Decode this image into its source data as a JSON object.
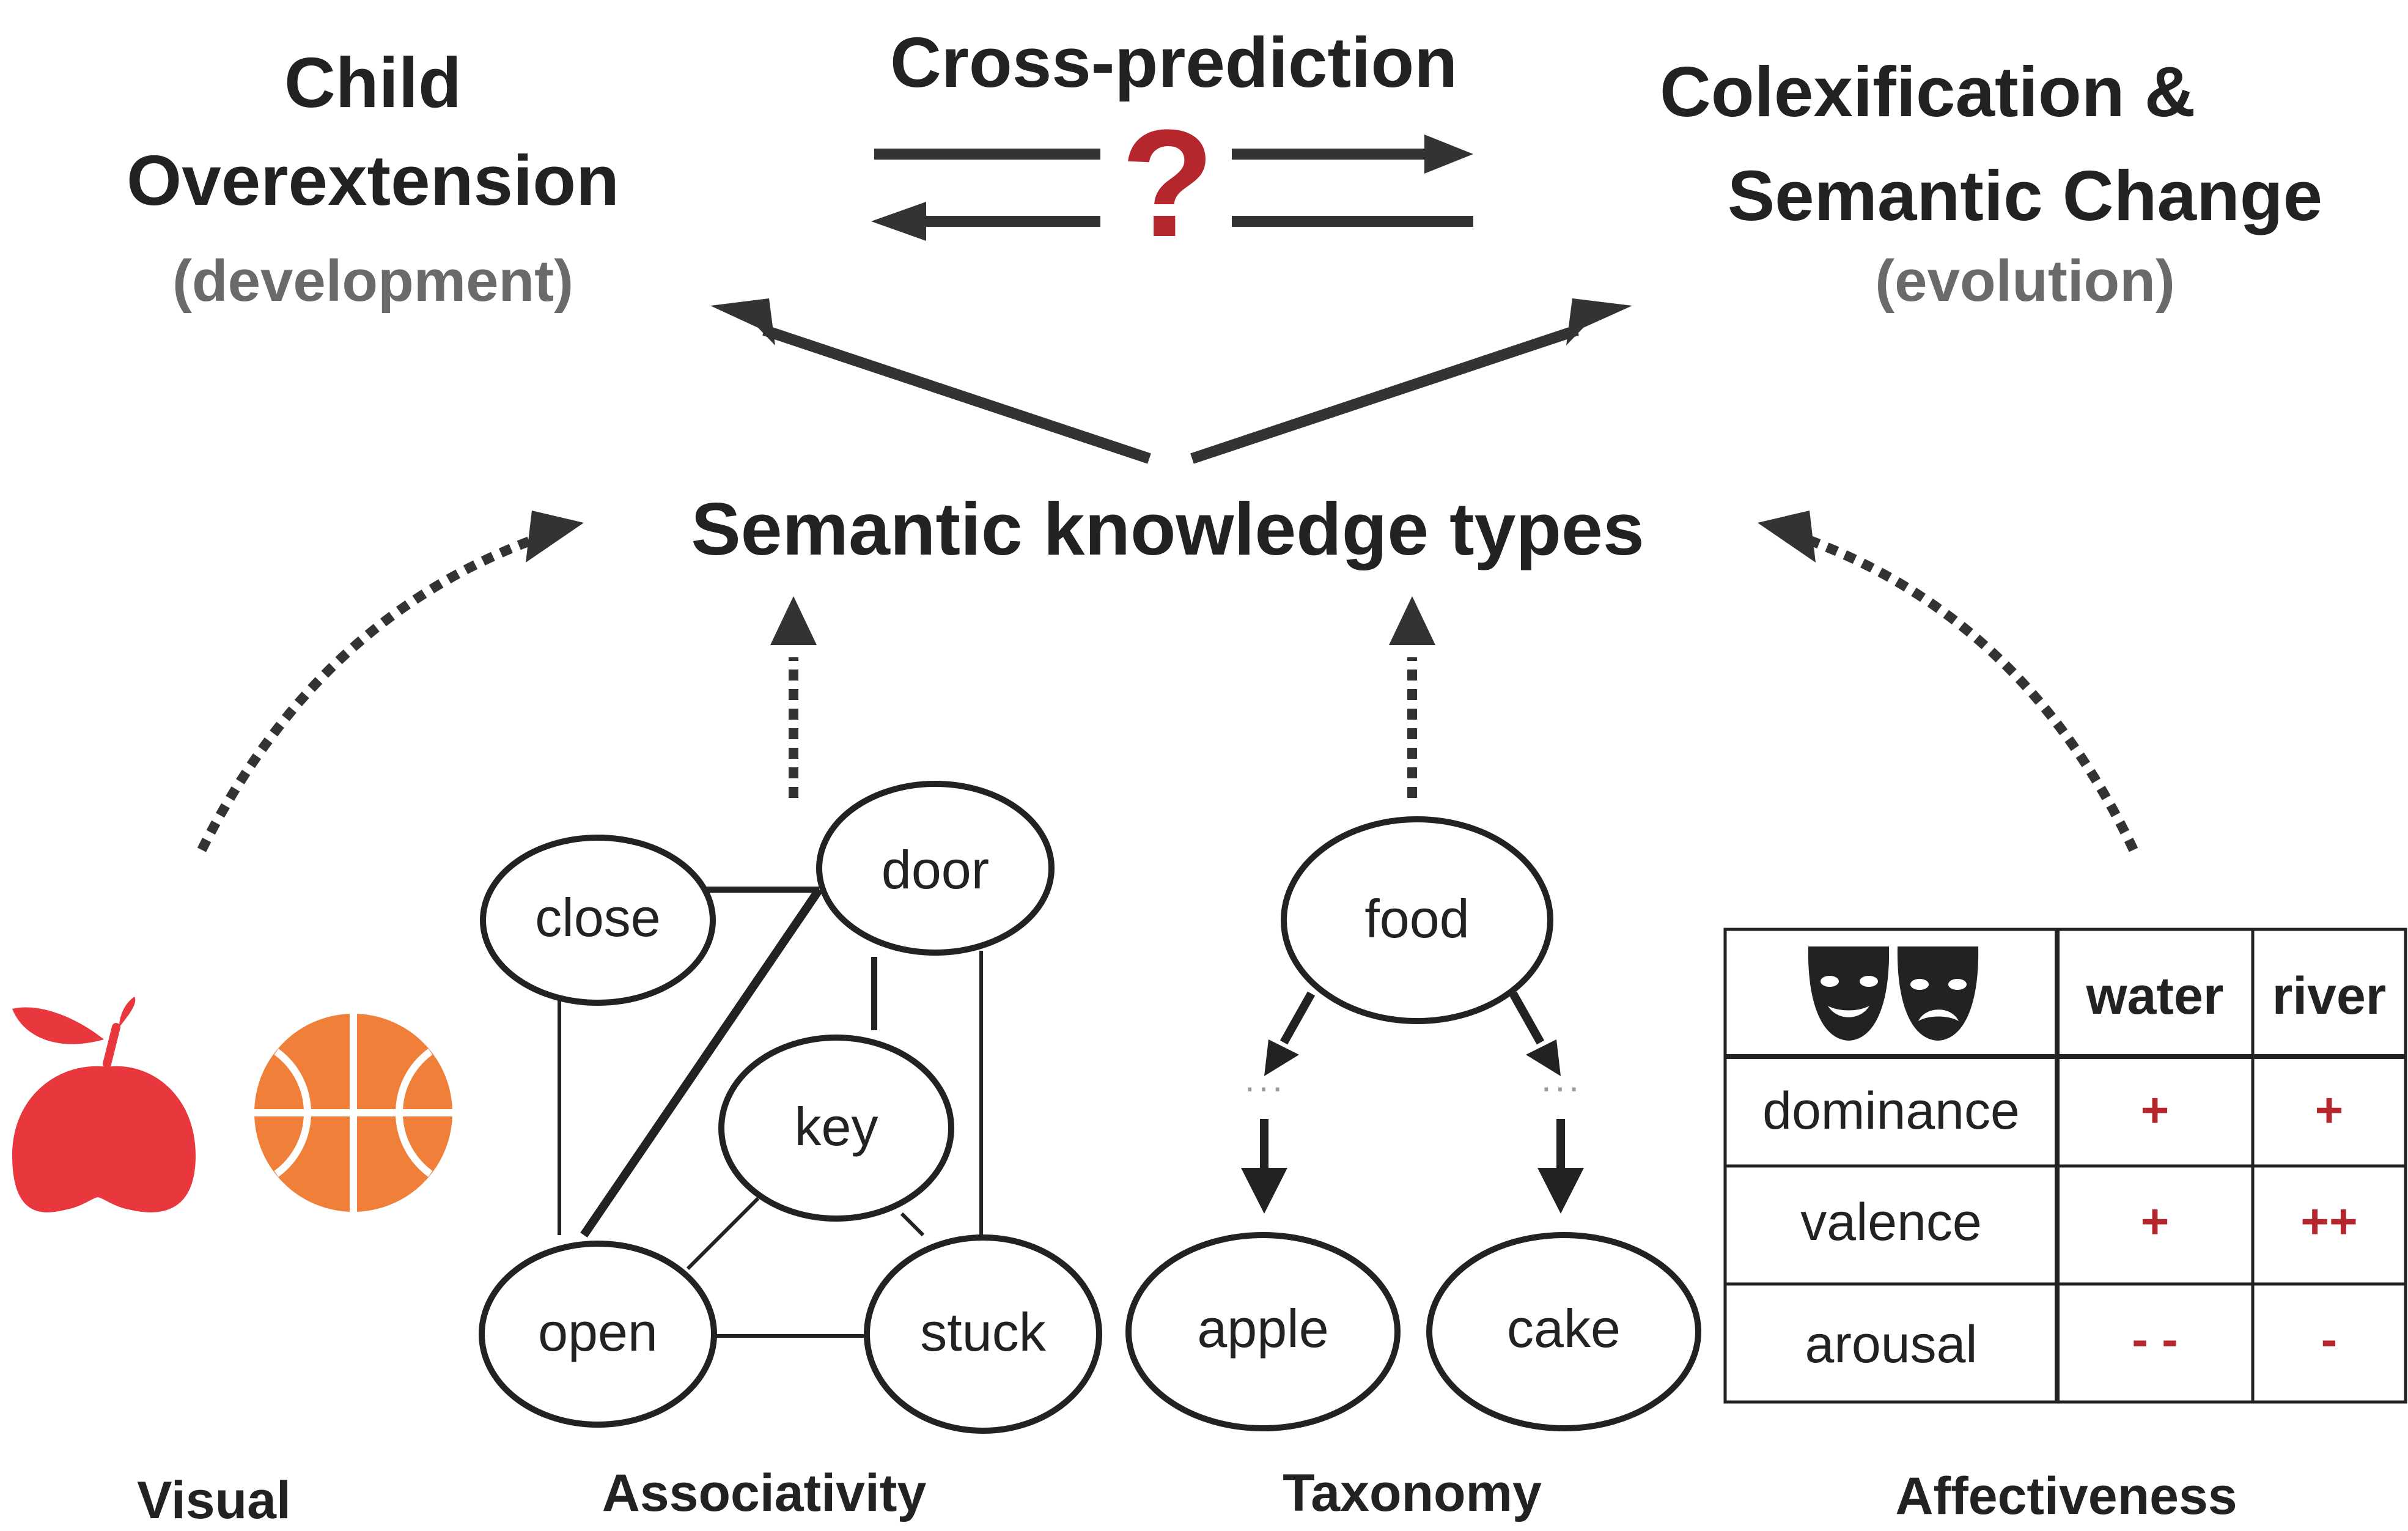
{
  "top": {
    "left_title_line1": "Child",
    "left_title_line2": "Overextension",
    "left_subtitle": "(development)",
    "center_title": "Cross-prediction",
    "question_mark": "?",
    "right_title_line1": "Colexification &",
    "right_title_line2": "Semantic Change",
    "right_subtitle": "(evolution)"
  },
  "middle": {
    "heading": "Semantic knowledge types"
  },
  "visual": {
    "label": "Visual",
    "icons": [
      "apple-icon",
      "basketball-icon"
    ],
    "colors": {
      "apple": "#e8383d",
      "basketball": "#f07f3a"
    }
  },
  "associativity": {
    "label": "Associativity",
    "nodes": [
      "close",
      "door",
      "key",
      "open",
      "stuck"
    ]
  },
  "taxonomy": {
    "label": "Taxonomy",
    "root": "food",
    "ellipsis": "...",
    "leaves": [
      "apple",
      "cake"
    ]
  },
  "affectiveness": {
    "label": "Affectiveness",
    "header_icon": "theater-masks-icon",
    "columns": [
      "water",
      "river"
    ],
    "rows": [
      {
        "name": "dominance",
        "values": [
          "+",
          "+"
        ]
      },
      {
        "name": "valence",
        "values": [
          "+",
          "++"
        ]
      },
      {
        "name": "arousal",
        "values": [
          "- -",
          "-"
        ]
      }
    ]
  },
  "colors": {
    "text": "#222222",
    "subtitle": "#6a6a6a",
    "accent_red": "#b5262d"
  }
}
